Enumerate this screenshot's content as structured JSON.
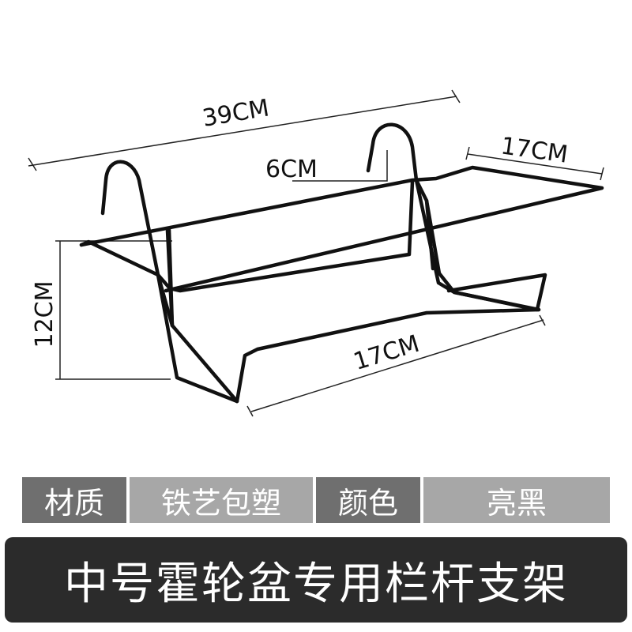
{
  "dimensions": {
    "width": "39CM",
    "hook": "6CM",
    "depth_top": "17CM",
    "height": "12CM",
    "depth_bottom": "17CM"
  },
  "specs": {
    "material_label": "材质",
    "material_value": "铁艺包塑",
    "color_label": "颜色",
    "color_value": "亮黑"
  },
  "banner": {
    "title": "中号霍轮盆专用栏杆支架"
  },
  "colors": {
    "wire": "#111111",
    "label_dark": "#6f6f6f",
    "label_light": "#a7a7a7",
    "banner_bg": "#2b2b2b"
  }
}
